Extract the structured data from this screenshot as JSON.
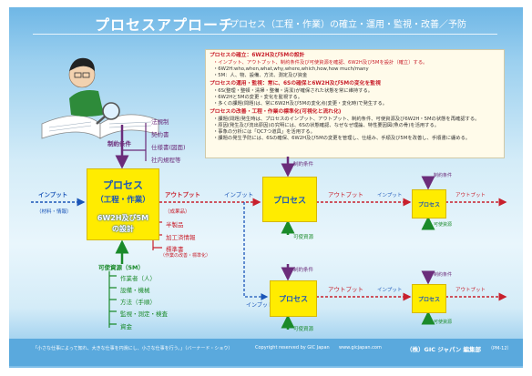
{
  "header": {
    "title": "プロセスアプローチ",
    "subtitle": "プロセス（工程・作業）の確立・運用・監視・改善／予防"
  },
  "notes": {
    "s1_heading": "プロセスの確立：6W2H及び5Mの設計",
    "s1_line1": "・インプット、アウトプット、制約条件及び可使資源を確認、6W2H及び5Mを設計（確立）する。",
    "s1_line2": "・6W2H:who,when,what,why,where,which,how,how much/many",
    "s1_line3": "・5M：人、物、設備、方法、測定及び資金",
    "s2_heading": "プロセスの運用・監視：常に、6Sの確保と6W2H及び5Mの変化を監視",
    "s2_line1": "・6S(整理・整頓・清掃・整備・清潔)が確保された状態を常に維持する。",
    "s2_line2": "・6W2Hと5Mの変更・変化を監視する。",
    "s2_line3": "・多くの課題(問題)は、常に6W2H及び5Mの変化点(変更・変化時)で発生する。",
    "s3_heading": "プロセスの改善・工程・作業の標準化(可視化と流れ化)",
    "s3_line1": "・課題(問題)発生時は、プロセスのインプット、アウトプット、制約条件、可使資源及び6W2H・5Mの状態を再確認する。",
    "s3_line2": "・原因(発生及び流出原因)の究明には、6Sの状態確認、なぜなぜ理論、特性要因図(魚の骨)を活用する。",
    "s3_line3": "・事象の分析には「QC7つ道具」を活用する。",
    "s3_line4": "・課題の発生予防には、6Sの確保、6W2H及び5Mの変更を管理し、仕組み、手順及び5Mを改善し、手順書に纏める。"
  },
  "process_main": {
    "line1": "プロセス",
    "line2": "（工程・作業）",
    "line3": "6W2H及び5M",
    "line4": "の設計"
  },
  "constraints": {
    "label": "制約条件",
    "items": [
      "法規制",
      "契約書",
      "仕様書(図面)",
      "社内規程等"
    ]
  },
  "input_main": {
    "label": "インプット",
    "sub": "（材料・情報）"
  },
  "output_main": {
    "label": "アウトプット",
    "sub": "（成果品）",
    "items": [
      "半製品",
      "加工済情報",
      "標準書"
    ],
    "items_sub": "（作業の改善・標準化）"
  },
  "resources": {
    "label": "可使資源（5M）",
    "items": [
      "作業者（人）",
      "設備・機械",
      "方法（手順）",
      "監視・測定・検査",
      "資金"
    ]
  },
  "flow": {
    "constraint": "制約条件",
    "input": "インプット",
    "output": "アウトプット",
    "resource": "可使資源",
    "process": "プロセス"
  },
  "footer": {
    "quote": "「小さな仕事によって知れ、大きな仕事を円滑にし、小さな仕事を行う。」（バーナード・ショウ）",
    "copyright": "Copyright reserved by GIC Japan",
    "url": "www.gicjapan.com",
    "publisher": "（株）GIC ジャパン 編集部",
    "code": "（PM-12）"
  },
  "colors": {
    "accent_yellow": "#ffec00",
    "flow_blue": "#1a55b8",
    "output_red": "#c8202c",
    "resource_green": "#1a8a2a",
    "constraint_purple": "#6b2c7a"
  }
}
